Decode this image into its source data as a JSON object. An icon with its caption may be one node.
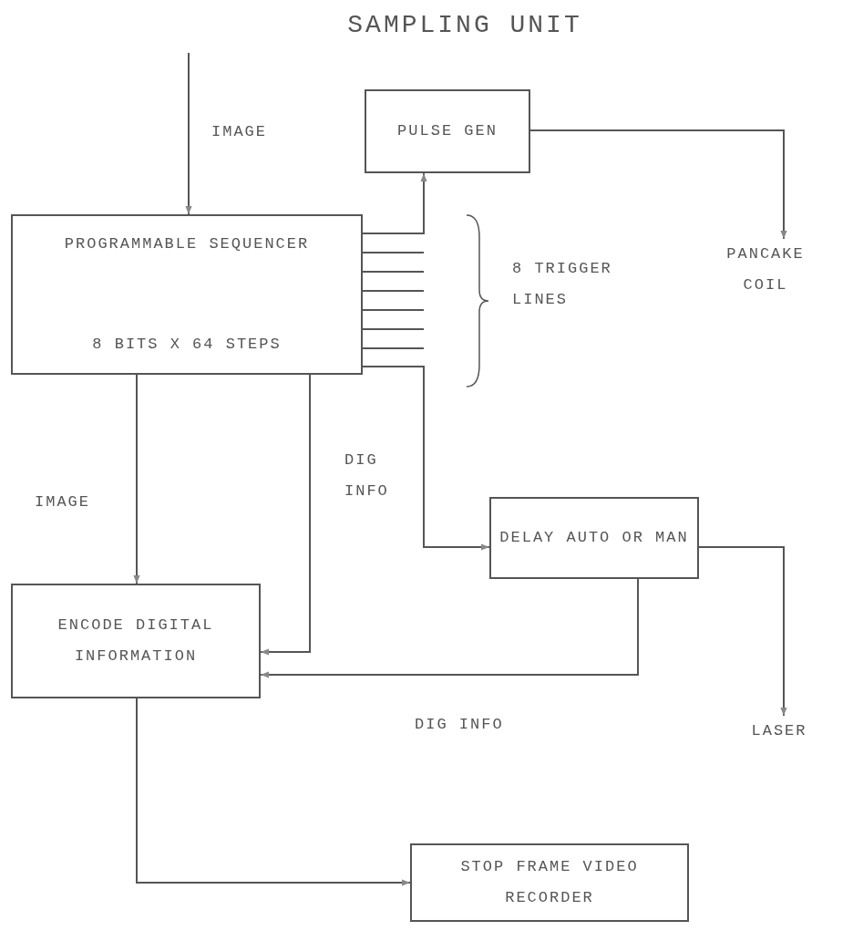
{
  "diagram": {
    "title": "SAMPLING UNIT",
    "nodes": [
      {
        "text": [
          "PROGRAMMABLE SEQUENCER",
          "8 BITS X 64 STEPS"
        ]
      },
      {
        "text": [
          "PULSE GEN"
        ]
      },
      {
        "text": [
          "PANCAKE COIL"
        ]
      },
      {
        "text": [
          "DELAY AUTO OR MAN"
        ]
      },
      {
        "text": [
          "LASER"
        ]
      },
      {
        "text": [
          "ENCODE DIGITAL INFORMATION"
        ]
      },
      {
        "text": [
          "STOP FRAME VIDEO RECORDER"
        ]
      }
    ],
    "edges": [
      {
        "from": null,
        "to": 0,
        "arrow": "to",
        "label": "IMAGE"
      },
      {
        "from": 0,
        "to": 1,
        "arrow": "to"
      },
      {
        "from": 1,
        "to": 2,
        "arrow": "to"
      },
      {
        "from": 0,
        "to": 3,
        "arrow": "to"
      },
      {
        "from": 3,
        "to": 4,
        "arrow": "to"
      },
      {
        "from": 0,
        "to": 5,
        "arrow": "to",
        "label": "IMAGE"
      },
      {
        "from": 0,
        "to": 5,
        "arrow": "to",
        "label": "DIG INFO"
      },
      {
        "from": 3,
        "to": 5,
        "arrow": "to",
        "label": "DIG INFO"
      },
      {
        "from": 5,
        "to": 6,
        "arrow": "to"
      }
    ],
    "labels": [
      "8 TRIGGER LINES"
    ]
  }
}
